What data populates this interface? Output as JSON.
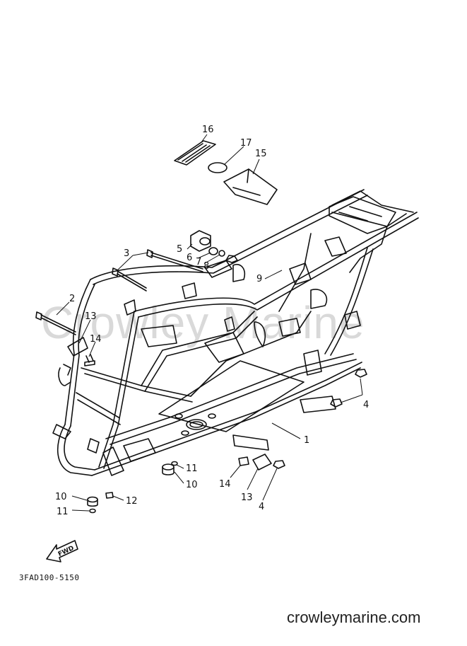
{
  "watermark": "Crowley Marine",
  "diagram_code": "3FAD100-5150",
  "site_url": "crowleymarine.com",
  "fwd_label": "FWD",
  "callouts": {
    "c1": "1",
    "c2": "2",
    "c3": "3",
    "c4a": "4",
    "c4b": "4",
    "c5": "5",
    "c6": "6",
    "c7": "7",
    "c8": "8",
    "c9": "9",
    "c10a": "10",
    "c10b": "10",
    "c11a": "11",
    "c11b": "11",
    "c12": "12",
    "c13a": "13",
    "c13b": "13",
    "c14a": "14",
    "c14b": "14",
    "c15": "15",
    "c16": "16",
    "c17": "17"
  }
}
